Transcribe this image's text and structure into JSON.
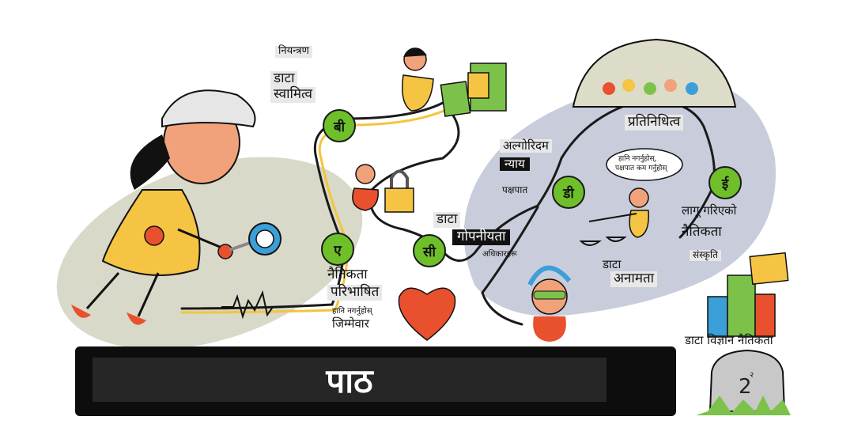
{
  "labels": {
    "control": "नियन्त्रण",
    "data_ownership_1": "डाटा",
    "data_ownership_2": "स्वामित्व",
    "algorithm": "अल्गोरिदम",
    "justice": "न्याय",
    "bias": "पक्षपात",
    "data_privacy_1": "डाटा",
    "data_privacy_2": "गोपनीयता",
    "rights": "अधिकारहरू",
    "representation": "प्रतिनिधित्व",
    "applied_1": "लागू गरिएको",
    "applied_2": "नैतिकता",
    "culture": "संस्कृति",
    "ethics_1": "नैतिकता",
    "ethics_2": "परिभाषित",
    "dont_harm_small": "हानि नगर्नुहोस्",
    "accountable": "जिम्मेवार",
    "data_anon_1": "डाटा",
    "data_anon_2": "अनामता",
    "speech_1": "हानि नगर्नुहोस्,",
    "speech_2": "पक्षपात कम गर्नुहोस्",
    "ds_ethics": "डाटा विज्ञान नैतिकता"
  },
  "nodes": {
    "a": "ए",
    "b": "बी",
    "c": "सी",
    "d": "डी",
    "e": "ई"
  },
  "banner": {
    "title": "पाठ"
  },
  "milestone": {
    "number": "2",
    "superscript": "२"
  },
  "colors": {
    "node_green": "#6fbf2a",
    "path_yellow": "#f3c53c",
    "blob_grey": "#d8d9c8",
    "blob_blue": "#c9ccda",
    "banner": "#0d0d0d"
  }
}
